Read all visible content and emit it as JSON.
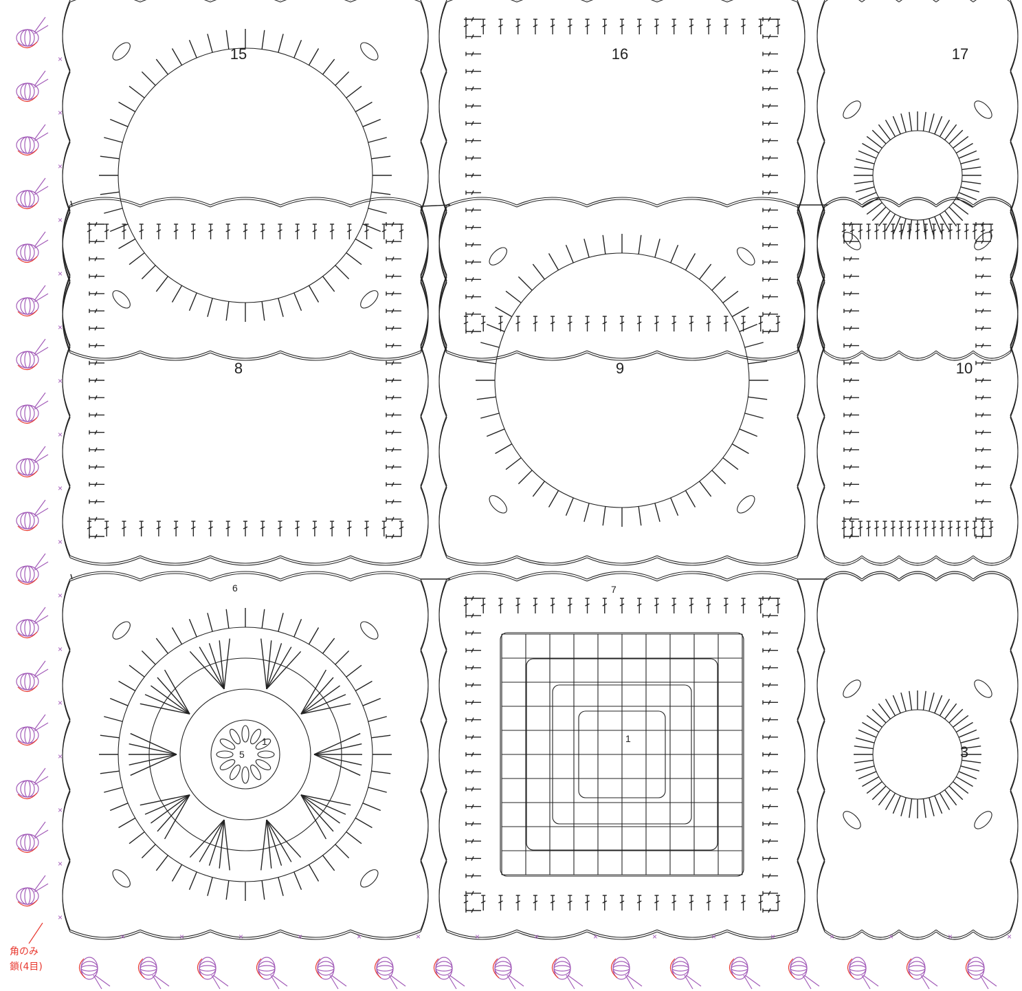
{
  "motifs": [
    {
      "id": "m15",
      "label": "15",
      "type": "flower"
    },
    {
      "id": "m16",
      "label": "16",
      "type": "square"
    },
    {
      "id": "m17",
      "label": "17",
      "type": "flower"
    },
    {
      "id": "m8",
      "label": "8",
      "type": "square"
    },
    {
      "id": "m9",
      "label": "9",
      "type": "flower"
    },
    {
      "id": "m10",
      "label": "10",
      "type": "square"
    },
    {
      "id": "m1",
      "label": "",
      "type": "flower-detailed"
    },
    {
      "id": "m2",
      "label": "",
      "type": "square-detailed"
    },
    {
      "id": "m3",
      "label": "3",
      "type": "flower"
    }
  ],
  "round_labels": {
    "flower_last": "6",
    "flower_start": "1",
    "flower_center": "5",
    "square_last": "7",
    "square_start": "1"
  },
  "border_note": {
    "line1": "角のみ",
    "line2": "鎖(4目)"
  },
  "colors": {
    "stitch": "#222222",
    "border": "#a25bb8",
    "accent": "#e8382f"
  }
}
